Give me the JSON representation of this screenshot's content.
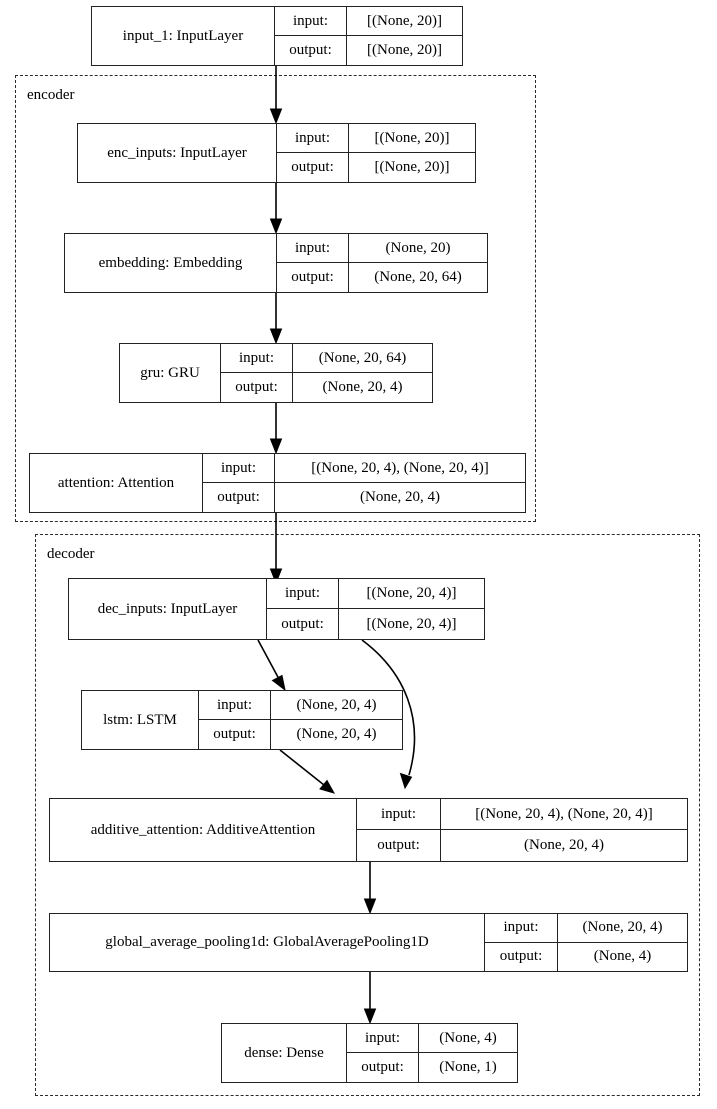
{
  "diagram": {
    "title": "Keras model architecture graph",
    "io_keys": {
      "input": "input:",
      "output": "output:"
    },
    "clusters": [
      {
        "id": "encoder",
        "label": "encoder"
      },
      {
        "id": "decoder",
        "label": "decoder"
      }
    ],
    "nodes": [
      {
        "id": "input_1",
        "name": "input_1: InputLayer",
        "input": "[(None, 20)]",
        "output": "[(None, 20)]"
      },
      {
        "id": "enc_inputs",
        "name": "enc_inputs: InputLayer",
        "input": "[(None, 20)]",
        "output": "[(None, 20)]"
      },
      {
        "id": "embedding",
        "name": "embedding: Embedding",
        "input": "(None, 20)",
        "output": "(None, 20, 64)"
      },
      {
        "id": "gru",
        "name": "gru: GRU",
        "input": "(None, 20, 64)",
        "output": "(None, 20, 4)"
      },
      {
        "id": "attention",
        "name": "attention: Attention",
        "input": "[(None, 20, 4), (None, 20, 4)]",
        "output": "(None, 20, 4)"
      },
      {
        "id": "dec_inputs",
        "name": "dec_inputs: InputLayer",
        "input": "[(None, 20, 4)]",
        "output": "[(None, 20, 4)]"
      },
      {
        "id": "lstm",
        "name": "lstm: LSTM",
        "input": "(None, 20, 4)",
        "output": "(None, 20, 4)"
      },
      {
        "id": "additive_attention",
        "name": "additive_attention: AdditiveAttention",
        "input": "[(None, 20, 4), (None, 20, 4)]",
        "output": "(None, 20, 4)"
      },
      {
        "id": "global_average_pooling1d",
        "name": "global_average_pooling1d: GlobalAveragePooling1D",
        "input": "(None, 20, 4)",
        "output": "(None, 4)"
      },
      {
        "id": "dense",
        "name": "dense: Dense",
        "input": "(None, 4)",
        "output": "(None, 1)"
      }
    ],
    "edges": [
      {
        "from": "input_1",
        "to": "enc_inputs"
      },
      {
        "from": "enc_inputs",
        "to": "embedding"
      },
      {
        "from": "embedding",
        "to": "gru"
      },
      {
        "from": "gru",
        "to": "attention"
      },
      {
        "from": "attention",
        "to": "dec_inputs"
      },
      {
        "from": "dec_inputs",
        "to": "lstm"
      },
      {
        "from": "dec_inputs",
        "to": "additive_attention"
      },
      {
        "from": "lstm",
        "to": "additive_attention"
      },
      {
        "from": "additive_attention",
        "to": "global_average_pooling1d"
      },
      {
        "from": "global_average_pooling1d",
        "to": "dense"
      }
    ]
  }
}
